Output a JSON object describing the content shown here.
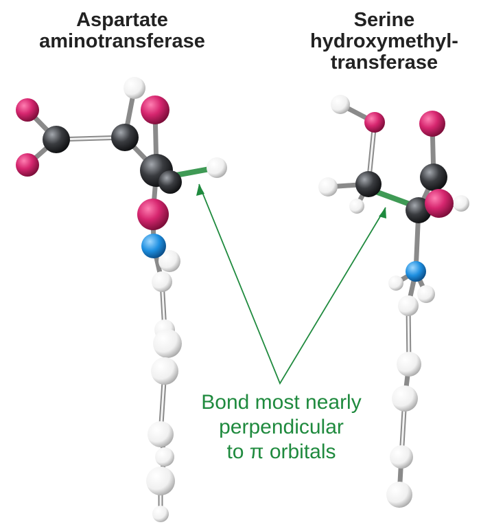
{
  "left_molecule": {
    "title_line1": "Aspartate",
    "title_line2": "aminotransferase"
  },
  "right_molecule": {
    "title_line1": "Serine",
    "title_line2": "hydroxymethyl-",
    "title_line3": "transferase"
  },
  "caption": {
    "line1": "Bond most nearly",
    "line2": "perpendicular",
    "line3": "to π orbitals"
  },
  "colors": {
    "oxygen": "#d6266f",
    "carbon": "#3a3c40",
    "nitrogen": "#1e8fe0",
    "hydrogen": "#f4f4f4",
    "highlight_bond": "#3f9a55",
    "caption_text": "#1f8a3e",
    "title_text": "#222222"
  }
}
